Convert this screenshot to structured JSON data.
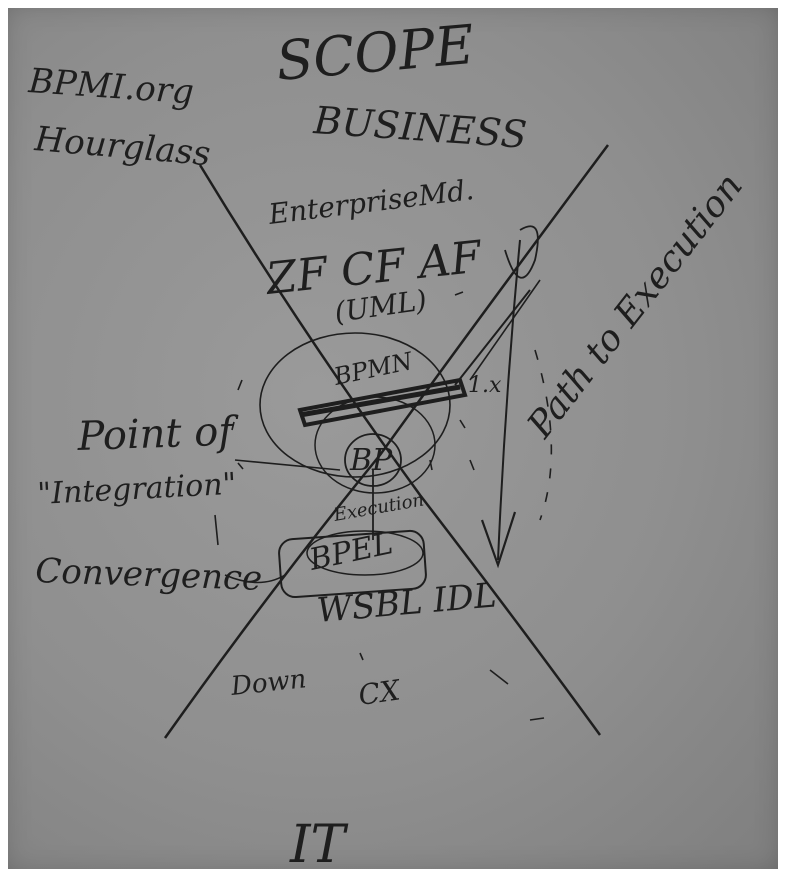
{
  "board": {
    "site_label": "BPMI.org",
    "model_label": "Hourglass",
    "title": "SCOPE",
    "top_label": "BUSINESS",
    "bottom_label": "IT",
    "path_label": "Path to Execution",
    "point_label": "Point of",
    "integration_label": "\"Integration\"",
    "convergence_label": "Convergence",
    "layers": {
      "enterprise": "EnterpriseMd.",
      "frameworks": "ZF CF  AF",
      "uml": "(UML)",
      "bpmn": "BPMN",
      "bpel_version": "1.x",
      "bp": "BP",
      "execution": "Execution",
      "bpel": "BPEL",
      "wsdl": "WSBL IDL",
      "down": "Down",
      "cx": "CX"
    },
    "ink_color": "#1e1e1e",
    "board_color": "#8f8f8f"
  }
}
